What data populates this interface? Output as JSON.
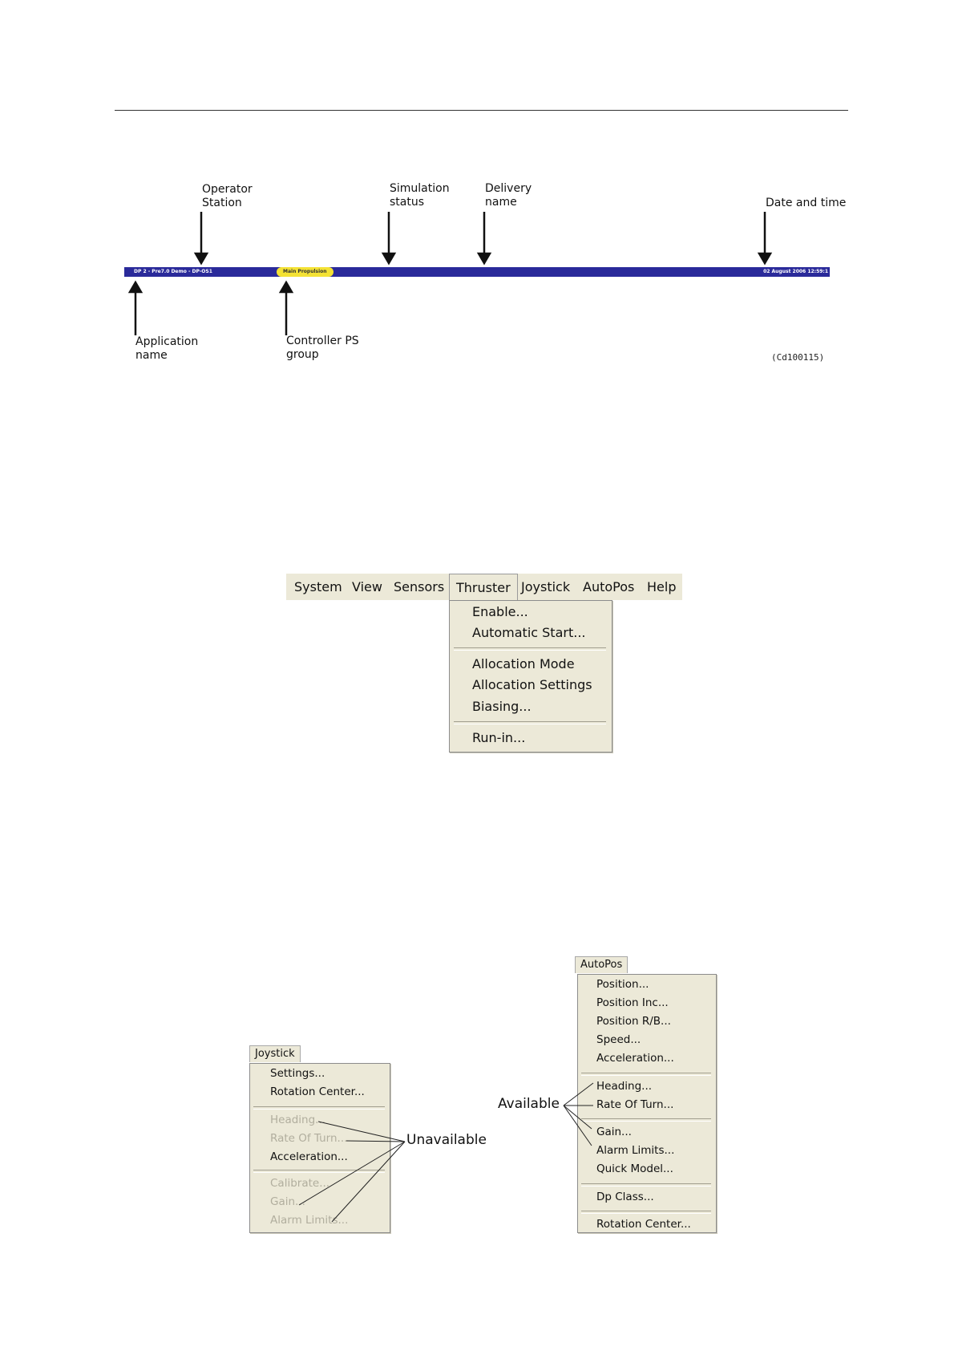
{
  "figure1": {
    "callouts": {
      "operator_station": [
        "Operator",
        "Station"
      ],
      "simulation_status": [
        "Simulation",
        "status"
      ],
      "delivery_name": [
        "Delivery",
        "name"
      ],
      "date_and_time": "Date and time",
      "application_name": [
        "Application",
        "name"
      ],
      "controller_ps_group": [
        "Controller PS",
        "group"
      ]
    },
    "statusbar": {
      "app_text": "DP 2 - Pre7.0 Demo - DP-OS1",
      "controller_text": "Main Propulsion",
      "datetime_text": "02 August 2006 12:59:1",
      "bar_color": "#2a2a9a",
      "controller_color": "#f4e234"
    },
    "figure_id": "(Cd100115)"
  },
  "figure2": {
    "menubar": [
      "System",
      "View",
      "Sensors",
      "Thruster",
      "Joystick",
      "AutoPos",
      "Help"
    ],
    "open_menu": "Thruster",
    "thruster_items": [
      "Enable...",
      "Automatic Start...",
      "Allocation Mode",
      "Allocation Settings",
      "Biasing...",
      "Run-in..."
    ]
  },
  "figure3": {
    "joystick": {
      "header": "Joystick",
      "items": [
        {
          "label": "Settings...",
          "enabled": true
        },
        {
          "label": "Rotation Center...",
          "enabled": true
        },
        {
          "label": "Heading...",
          "enabled": false
        },
        {
          "label": "Rate Of Turn...",
          "enabled": false
        },
        {
          "label": "Acceleration...",
          "enabled": true
        },
        {
          "label": "Calibrate...",
          "enabled": false
        },
        {
          "label": "Gain...",
          "enabled": false
        },
        {
          "label": "Alarm Limits...",
          "enabled": false
        }
      ]
    },
    "autopos": {
      "header": "AutoPos",
      "items": [
        "Position...",
        "Position Inc...",
        "Position R/B...",
        "Speed...",
        "Acceleration...",
        "Heading...",
        "Rate Of Turn...",
        "Gain...",
        "Alarm Limits...",
        "Quick Model...",
        "Dp Class...",
        "Rotation Center..."
      ]
    },
    "label_unavailable": "Unavailable",
    "label_available": "Available",
    "disabled_color": "#b1ae9e",
    "menu_bg": "#ece9d8"
  }
}
